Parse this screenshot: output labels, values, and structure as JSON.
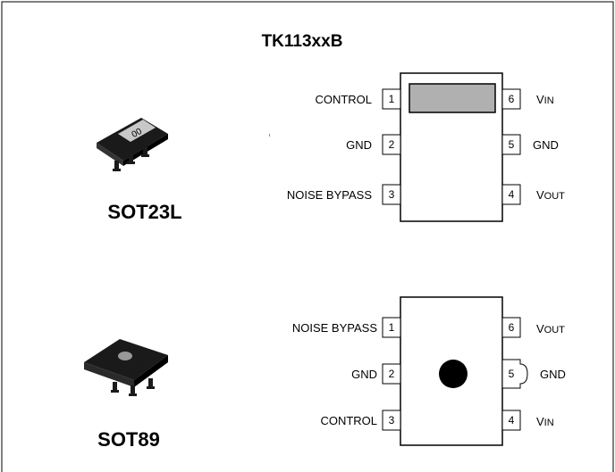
{
  "title": "TK113xxB",
  "packages": [
    {
      "name": "SOT23L",
      "marking": "00",
      "pins": [
        {
          "num": "1",
          "label": "CONTROL"
        },
        {
          "num": "2",
          "label": "GND"
        },
        {
          "num": "3",
          "label": "NOISE BYPASS"
        },
        {
          "num": "4",
          "label": "V",
          "sub": "OUT"
        },
        {
          "num": "5",
          "label": "GND"
        },
        {
          "num": "6",
          "label": "V",
          "sub": "IN"
        }
      ]
    },
    {
      "name": "SOT89",
      "pins": [
        {
          "num": "1",
          "label": "NOISE BYPASS"
        },
        {
          "num": "2",
          "label": "GND"
        },
        {
          "num": "3",
          "label": "CONTROL"
        },
        {
          "num": "4",
          "label": "V",
          "sub": "IN"
        },
        {
          "num": "5",
          "label": "GND"
        },
        {
          "num": "6",
          "label": "V",
          "sub": "OUT"
        }
      ]
    }
  ],
  "colors": {
    "window": "#b0b0b0",
    "chip_body": "#1a1a1a",
    "dot": "#000000",
    "mark": "#c8c8c8"
  },
  "icons": [
    "sot23l-package-icon",
    "sot89-package-icon"
  ]
}
